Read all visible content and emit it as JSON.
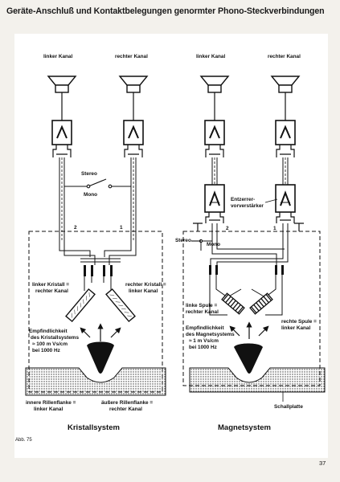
{
  "title": "Geräte-Anschluß und Kontaktbelegungen genormter Phono-Steckverbindungen",
  "left": {
    "channel_left": "linker Kanal",
    "channel_right": "rechter Kanal",
    "stereo": "Stereo",
    "mono": "Mono",
    "pin2": "2",
    "pin1": "1",
    "crystal_left": [
      "linker Kristall =",
      "rechter Kanal"
    ],
    "crystal_right": [
      "rechter Kristall =",
      "linker Kanal"
    ],
    "sensitivity": [
      "Empfindlichkeit",
      "des Kristallsystems",
      "≈ 100 m Vs/cm",
      "bei 1000 Hz"
    ],
    "groove_inner": [
      "innere Rillenflanke =",
      "linker Kanal"
    ],
    "groove_outer": [
      "äußere Rillenflanke =",
      "rechter Kanal"
    ],
    "system": "Kristallsystem"
  },
  "right": {
    "channel_left": "linker Kanal",
    "channel_right": "rechter Kanal",
    "preamp": [
      "Entzerrer-",
      "vorverstärker"
    ],
    "stereo": "Stereo",
    "mono": "Mono",
    "pin2": "2",
    "pin1": "1",
    "coil_left": [
      "linke Spule =",
      "rechter Kanal"
    ],
    "coil_right": [
      "rechte Spule =",
      "linker Kanal"
    ],
    "sensitivity": [
      "Empfindlichkeit",
      "des Magnetsystems",
      "≈ 1 m Vs/cm",
      "bei 1000 Hz"
    ],
    "record": "Schallplatte",
    "system": "Magnetsystem"
  },
  "figure_label": "Abb. 75",
  "page_number": "37"
}
